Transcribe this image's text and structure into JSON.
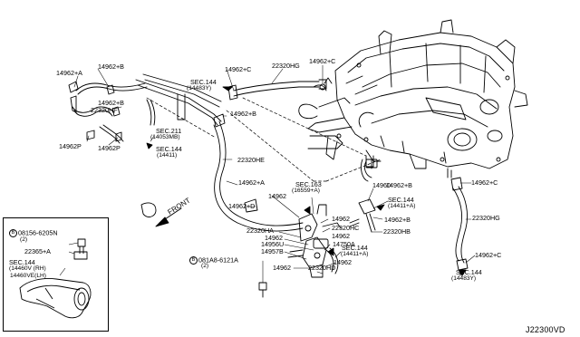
{
  "labels": {
    "l_14962A_tl": "14962+A",
    "l_14962B_tl": "14962+B",
    "l_22320HF": "22320HF",
    "l_14962B_mid": "14962+B",
    "l_14962P_a": "14962P",
    "l_14962P_b": "14962P",
    "l_sec211": "SEC.211",
    "l_sec211_sub": "(14053MB)",
    "l_sec144_a": "SEC.144",
    "l_sec144_a_sub": "(14411)",
    "l_sec144_b": "SEC.144",
    "l_sec144_b_sub": "(14483Y)",
    "l_14962C_top": "14962+C",
    "l_22320HG_top": "22320HG",
    "l_14962C_right_top": "14962+C",
    "l_14962B_center": "14962+B",
    "l_22320HE": "22320HE",
    "l_14962A_center": "14962+A",
    "l_14962_left": "14962",
    "l_14962D": "14962+D",
    "l_front": "FRONT",
    "l_sec163": "SEC.163",
    "l_sec163_sub": "(16559+A)",
    "l_14960": "14960",
    "l_14962B_r1": "14962+B",
    "l_sec144_c": "SEC.144",
    "l_sec144_c_sub": "(14411+A)",
    "l_14962B_r2": "14962+B",
    "l_22320HB": "22320HB",
    "l_14962_c1": "14962",
    "l_22320HC": "22320HC",
    "l_22320HA": "22320HA",
    "l_14962_c2": "14962",
    "l_14962_c3": "14962",
    "l_14956U": "14956U",
    "l_14750A": "14750A",
    "l_14957B": "14957B",
    "l_sec144_d": "SEC.144",
    "l_sec144_d_sub": "(14411+A)",
    "l_081A8": "081A8-6121A",
    "l_081A8_qty": "(2)",
    "l_14962_bot": "14962",
    "l_14962_bot2": "14962",
    "l_22320HD": "22320HD",
    "l_14962C_right": "14962+C",
    "l_22320HG_right": "22320HG",
    "l_14962C_right_low": "14962+C",
    "l_sec144_e": "SEC.144",
    "l_sec144_e_sub": "(14483Y)",
    "inset_08156": "08156-6205N",
    "inset_08156_qty": "(2)",
    "inset_22365": "22365+A",
    "inset_sec144": "SEC.144",
    "inset_sub_rh": "(14460V (RH)",
    "inset_sub_lh": "14460VE(LH)",
    "circle_letter": "B",
    "diagram_code": "J22300VD"
  }
}
